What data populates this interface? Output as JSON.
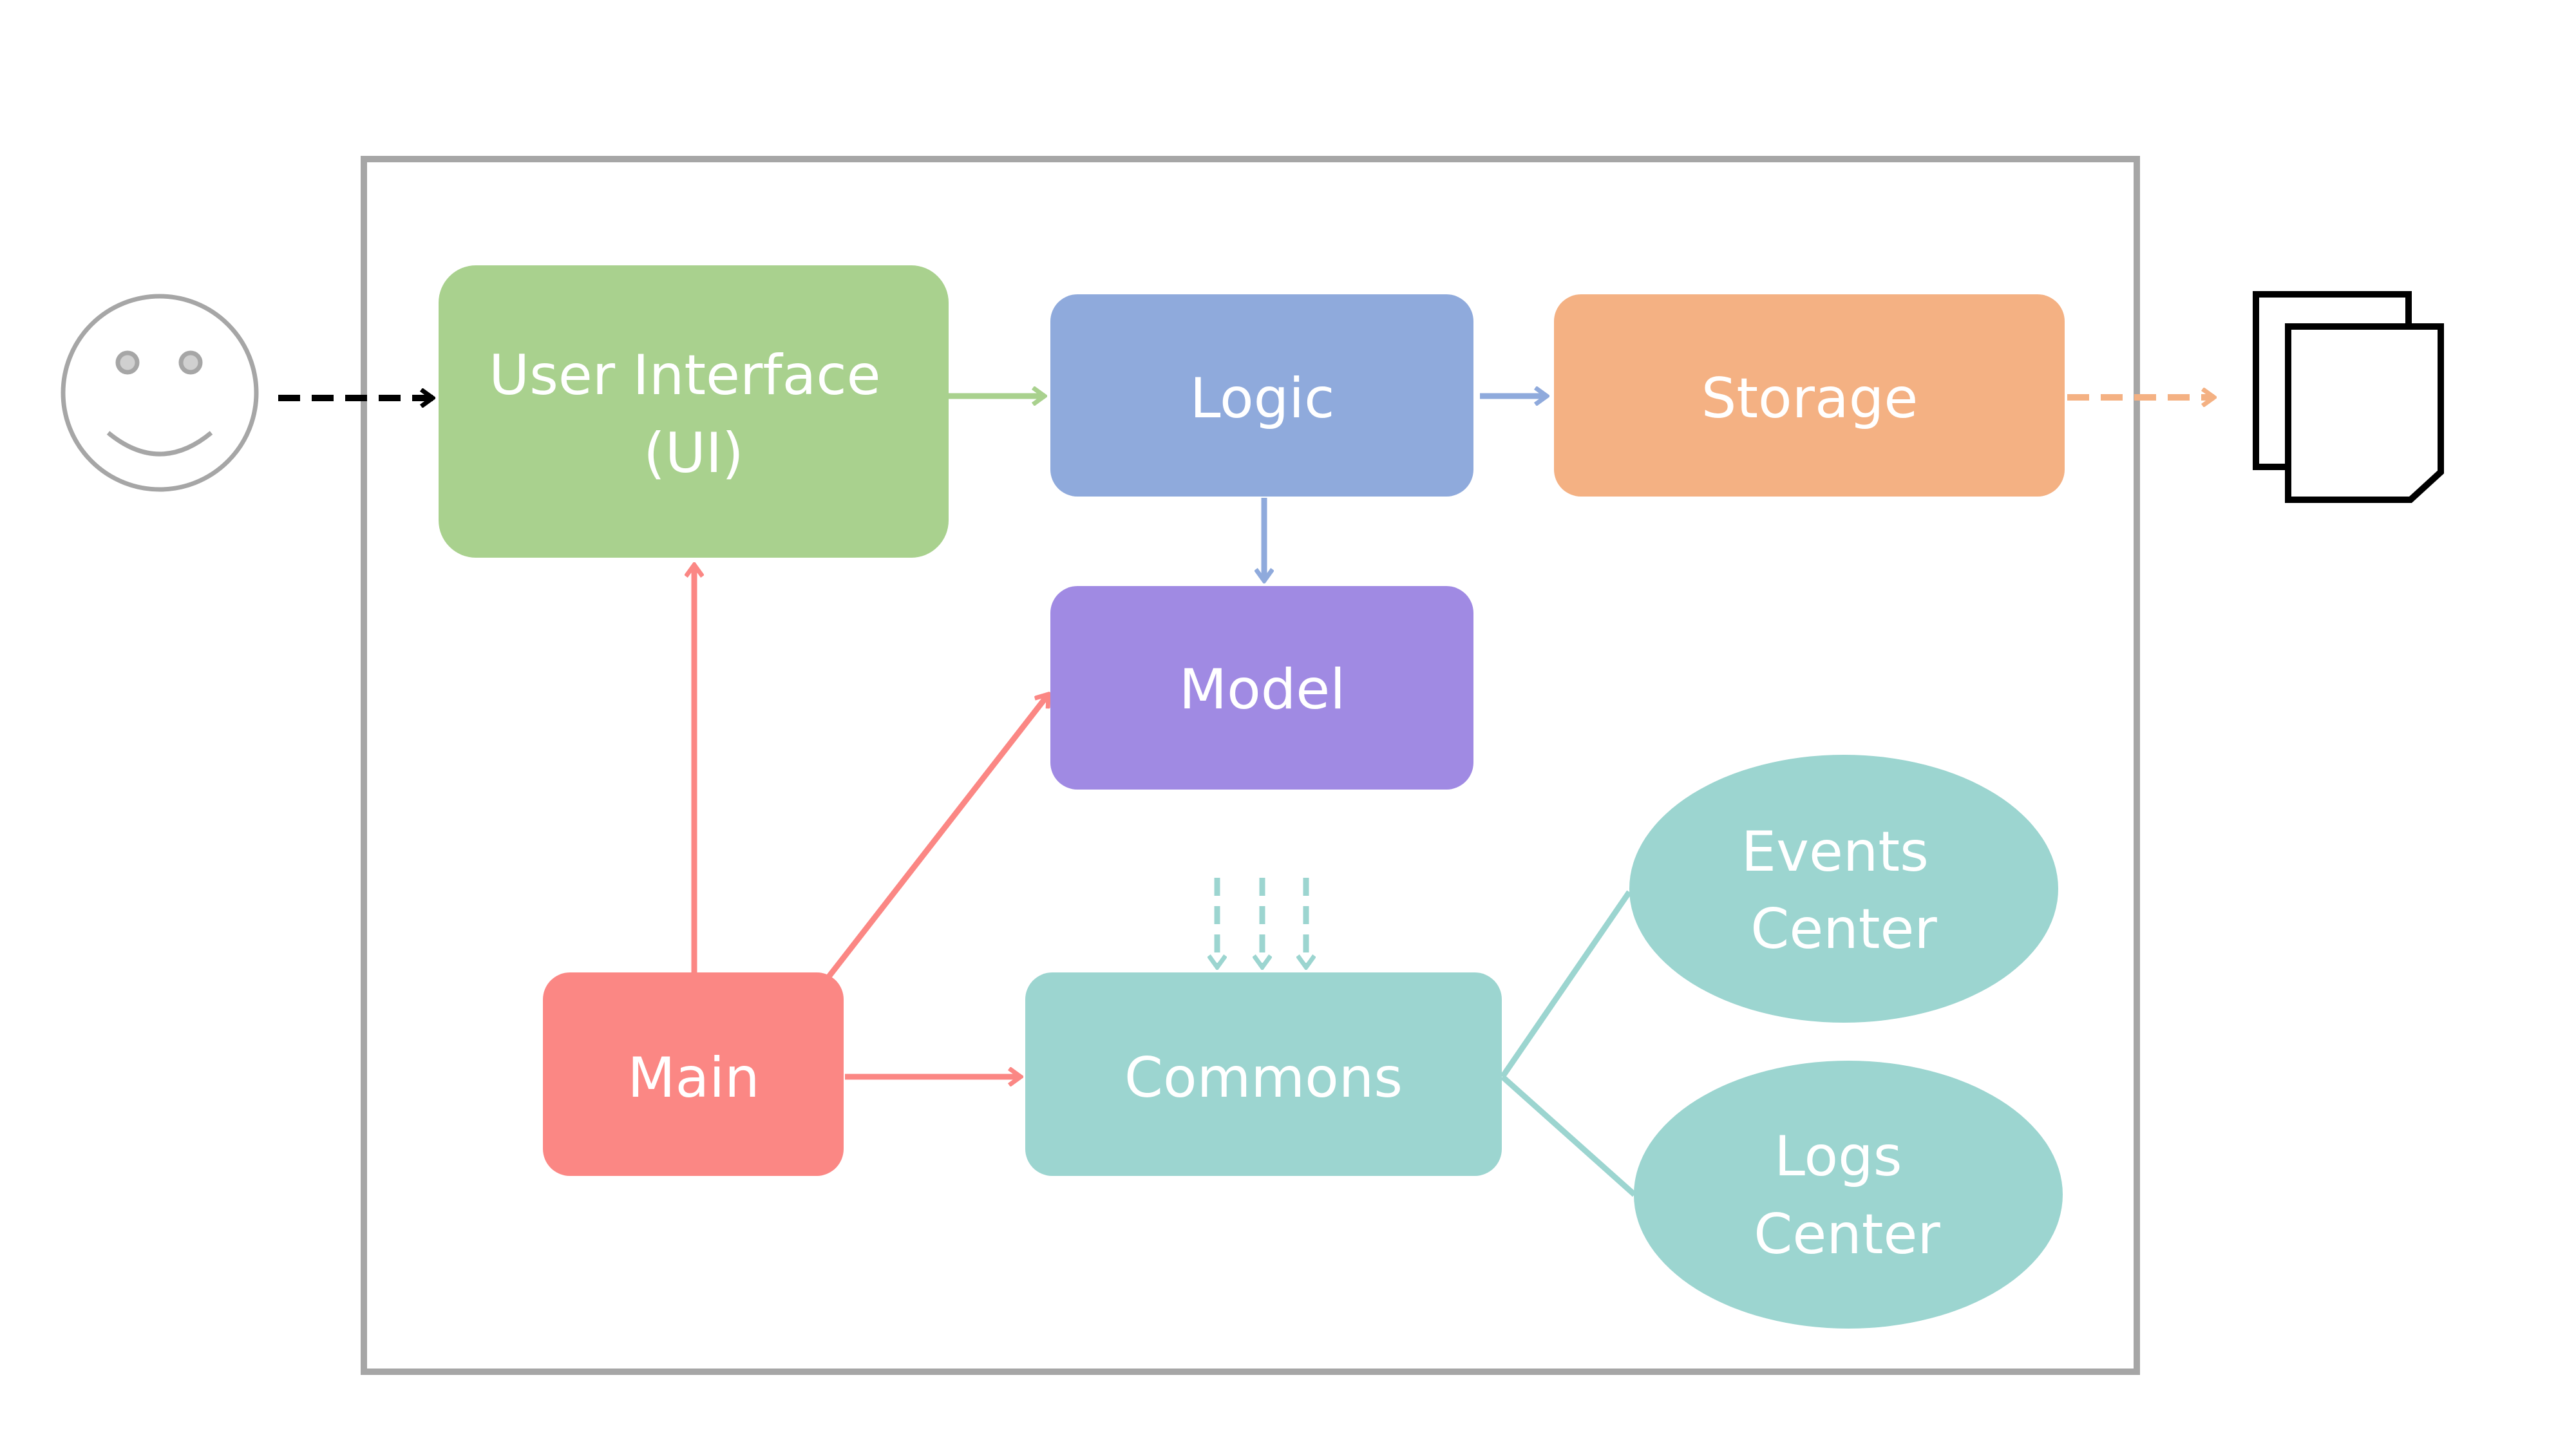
{
  "diagram": {
    "nodes": {
      "ui": {
        "lines": [
          "User Interface",
          "(UI)"
        ],
        "color": "#a9d18e"
      },
      "logic": {
        "lines": [
          "Logic"
        ],
        "color": "#8faadc"
      },
      "storage": {
        "lines": [
          "Storage"
        ],
        "color": "#f4b183"
      },
      "model": {
        "lines": [
          "Model"
        ],
        "color": "#a08ae3"
      },
      "main": {
        "lines": [
          "Main"
        ],
        "color": "#fb8784"
      },
      "commons": {
        "lines": [
          "Commons"
        ],
        "color": "#9cd5d0"
      },
      "events_center": {
        "lines": [
          "Events",
          "Center"
        ],
        "color": "#9cd5d0"
      },
      "logs_center": {
        "lines": [
          "Logs",
          "Center"
        ],
        "color": "#9cd5d0"
      }
    },
    "colors": {
      "frame": "#a6a6a6",
      "user": "#a6a6a6",
      "user_arrow": "#000000",
      "file_icon": "#000000",
      "ui_arrow": "#a9d18e",
      "logic_arrow": "#8faadc",
      "storage_arrow": "#f4b183",
      "main_arrow": "#fb8784",
      "commons_arrow": "#9cd5d0"
    },
    "icons": {
      "user": "smiley-face-icon",
      "data_file": "document-stack-icon"
    }
  }
}
